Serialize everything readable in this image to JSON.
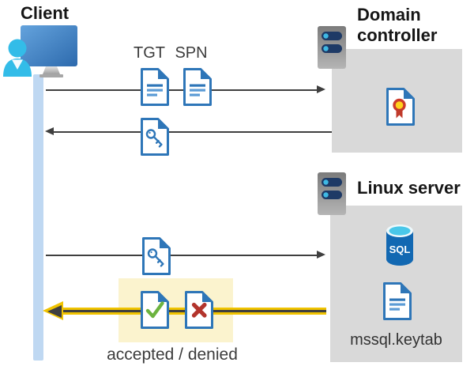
{
  "client": {
    "label": "Client"
  },
  "domain_controller": {
    "label_lines": [
      "Domain",
      "controller"
    ]
  },
  "linux_server": {
    "label": "Linux server",
    "sql_badge": "SQL",
    "keytab_file": "mssql.keytab"
  },
  "flow": {
    "tgt_label": "TGT",
    "spn_label": "SPN",
    "result_label": "accepted / denied"
  },
  "icons": {
    "client": "user-at-computer",
    "domain_controller": "server-chassis",
    "linux_server": "server-chassis",
    "certificate": "certificate-document",
    "tgt": "text-document",
    "spn": "text-document",
    "service_ticket": "key-document",
    "accepted": "check-document",
    "denied": "x-document",
    "keytab": "text-document",
    "sql": "sql-database-cylinder"
  },
  "colors": {
    "document_blue": "#2e76b8",
    "document_light_blue": "#5b9bd5",
    "lifeline_blue": "#bfd8f2",
    "container_gray": "#d9d9d9",
    "highlight_yellow_fill": "#fbf3ce",
    "arrow_gray": "#3f3f3f",
    "arrow_highlight_yellow": "#f0c300",
    "accepted_green": "#6cb33f",
    "denied_red": "#b3342c",
    "certificate_seal_yellow": "#ffd21c",
    "certificate_seal_red": "#cd3a2a",
    "person_cyan": "#33bce8",
    "sql_body_blue": "#1268b2",
    "sql_top_cyan": "#49c7e9"
  }
}
